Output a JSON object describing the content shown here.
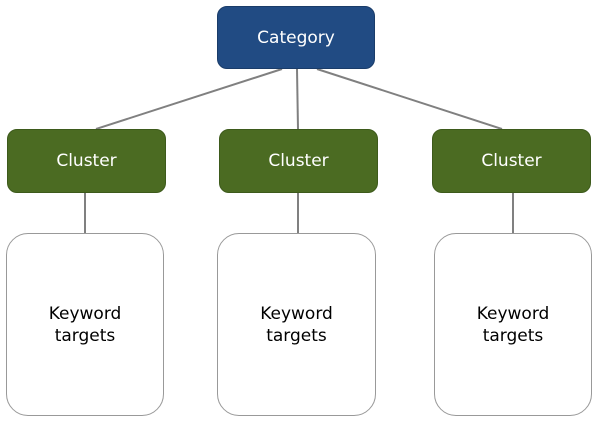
{
  "category": {
    "label": "Category"
  },
  "clusters": [
    {
      "label": "Cluster"
    },
    {
      "label": "Cluster"
    },
    {
      "label": "Cluster"
    }
  ],
  "keyword_boxes": [
    {
      "line1": "Keyword",
      "line2": "targets"
    },
    {
      "line1": "Keyword",
      "line2": "targets"
    },
    {
      "line1": "Keyword",
      "line2": "targets"
    }
  ],
  "colors": {
    "category_fill": "#214b83",
    "cluster_fill": "#4b6b22",
    "connector": "#808080",
    "keyword_border": "#999999"
  }
}
